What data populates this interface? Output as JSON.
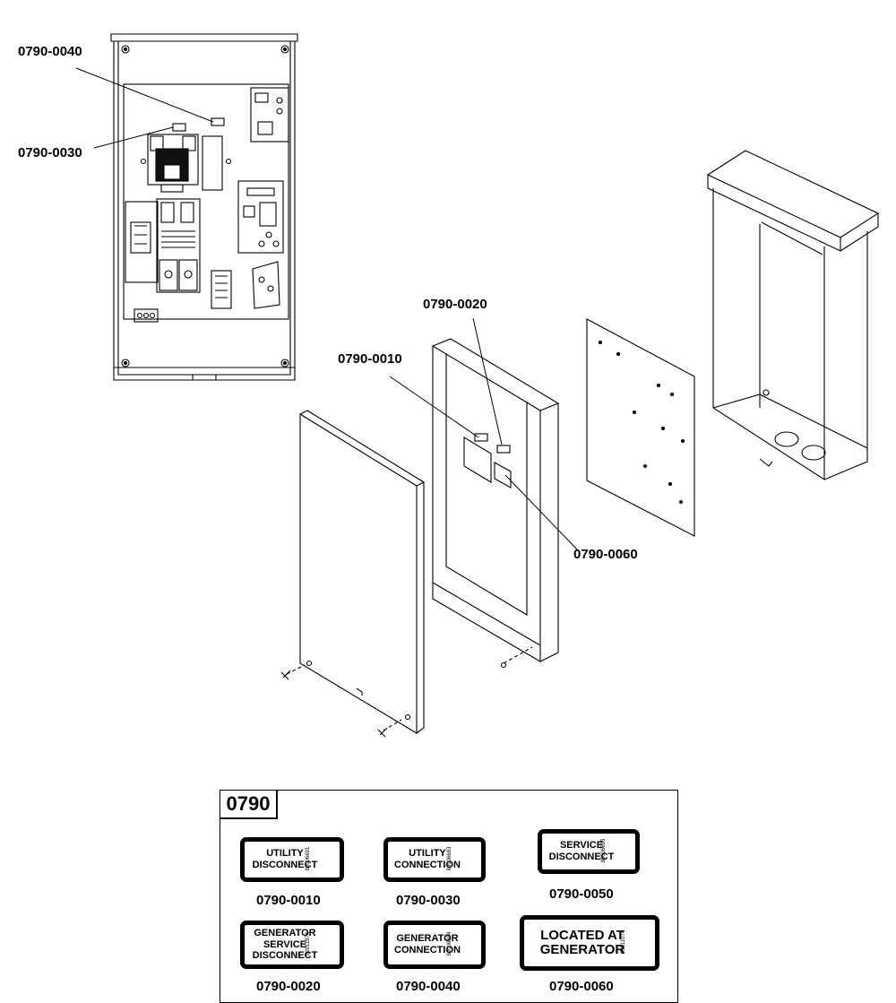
{
  "callouts": {
    "c0040": "0790-0040",
    "c0030": "0790-0030",
    "c0020": "0790-0020",
    "c0010": "0790-0010",
    "c0060": "0790-0060"
  },
  "legend": {
    "title": "0790",
    "decals": [
      {
        "lines": [
          "UTILITY",
          "DISCONNECT"
        ],
        "pn": "80006691",
        "caption": "0790-0010"
      },
      {
        "lines": [
          "UTILITY",
          "CONNECTION"
        ],
        "pn": "80006683",
        "caption": "0790-0030"
      },
      {
        "lines": [
          "SERVICE",
          "DISCONNECT"
        ],
        "pn": "80006695",
        "caption": "0790-0050"
      },
      {
        "lines": [
          "GENERATOR",
          "SERVICE",
          "DISCONNECT"
        ],
        "pn": "80011874",
        "caption": "0790-0020"
      },
      {
        "lines": [
          "GENERATOR",
          "CONNECTION"
        ],
        "pn": "80006694",
        "caption": "0790-0040"
      },
      {
        "lines": [
          "LOCATED AT",
          "GENERATOR"
        ],
        "pn": "80011074",
        "caption": "0790-0060"
      }
    ]
  }
}
